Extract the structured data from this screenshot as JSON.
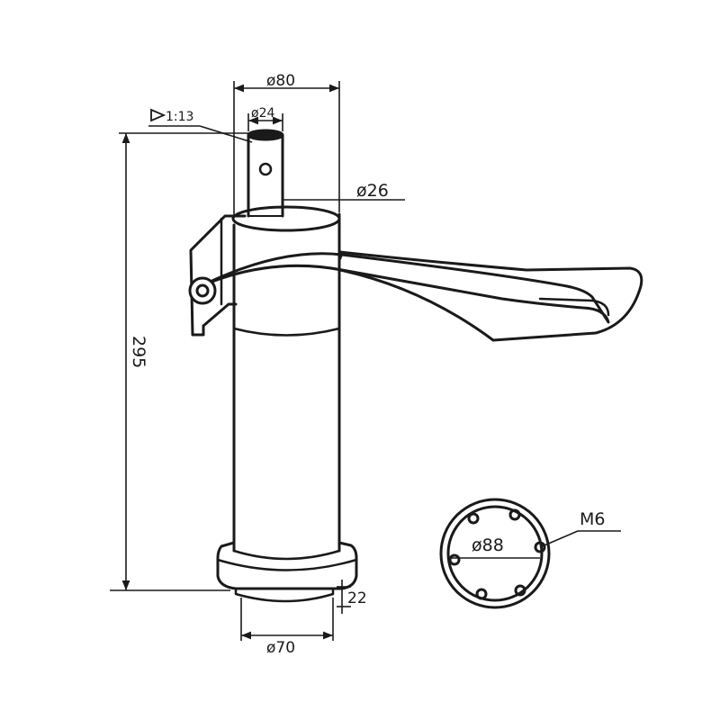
{
  "drawing": {
    "dims": {
      "outer_diameter": "ø80",
      "tip_diameter": "ø24",
      "taper": "1:13",
      "shaft_diameter": "ø26",
      "height": "295",
      "base_height": "22",
      "base_diameter": "ø70",
      "bolt_circle": "ø88",
      "thread": "M6"
    },
    "colors": {
      "line": "#1a1a1a",
      "background": "#ffffff"
    }
  }
}
